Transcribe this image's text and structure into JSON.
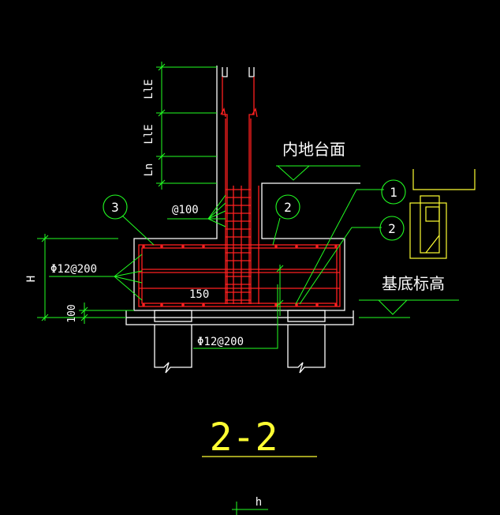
{
  "colors": {
    "background": "#000000",
    "outline": "#ffffff",
    "dimension": "#22ff22",
    "rebar": "#ff2020",
    "title": "#ffff33",
    "detail": "#ffff33"
  },
  "labels": {
    "lle_top": "LlE",
    "lle_mid": "LlE",
    "ln": "Ln",
    "spacing_100": "@100",
    "dim_h": "H",
    "dim_100": "100",
    "rebar_left": "Φ12@200",
    "rebar_bottom": "Φ12@200",
    "dim_150": "150",
    "floor_level": "内地台面",
    "base_level": "基底标高",
    "callout_1": "1",
    "callout_2a": "2",
    "callout_2b": "2",
    "callout_3": "3",
    "section_title": "2-2",
    "bottom_h": "h"
  }
}
